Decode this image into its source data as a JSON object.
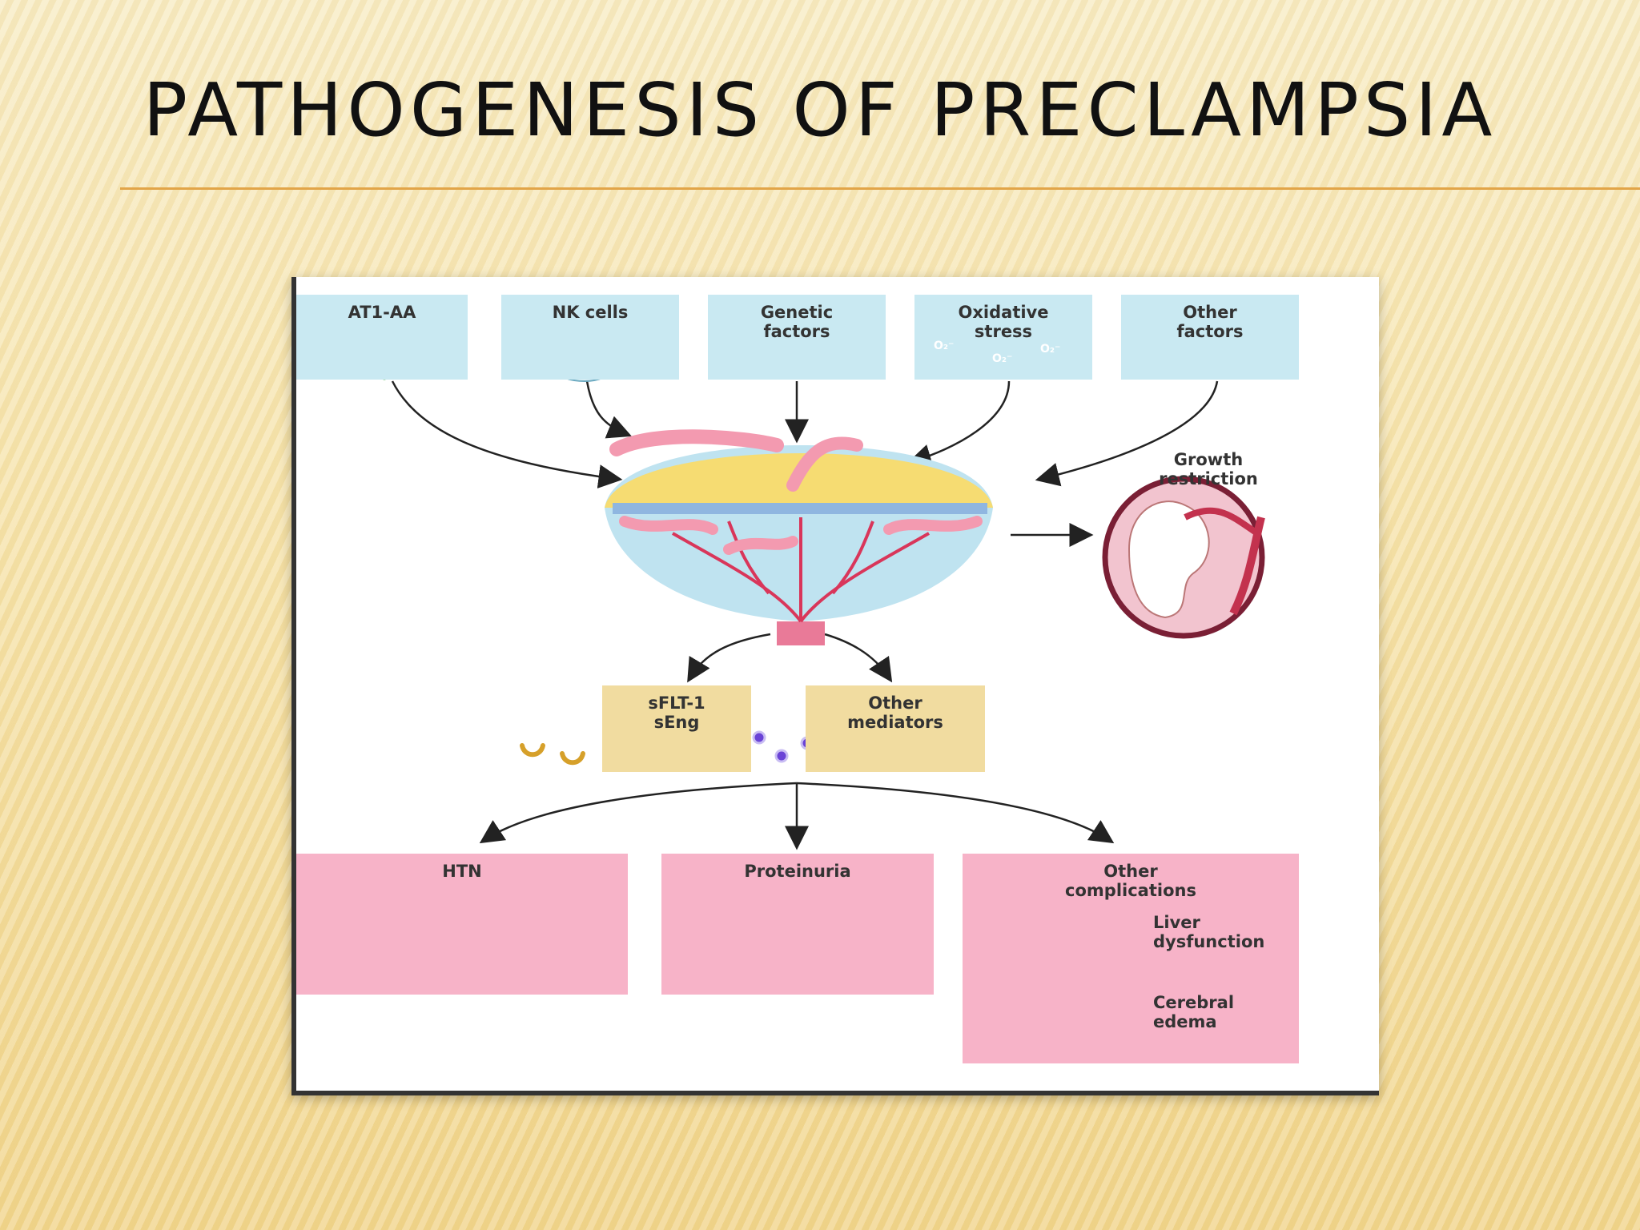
{
  "title": "PATHOGENESIS OF PRECLAMPSIA",
  "diagram": {
    "causes": [
      "AT1-AA",
      "NK cells",
      "Genetic factors",
      "Oxidative stress",
      "Other factors"
    ],
    "oxygen_label": "O₂⁻",
    "growth_restriction": "Growth restriction",
    "mediators": [
      "sFLT-1 sEng",
      "Other mediators"
    ],
    "outcomes": [
      "HTN",
      "Proteinuria",
      "Other complications"
    ],
    "complications": [
      "Liver dysfunction",
      "Cerebral edema"
    ]
  },
  "colors": {
    "cyan_box": "#c9e9f2",
    "tan_box": "#f1dca0",
    "pink_box": "#f7b3c8",
    "title_rule": "#e2a548"
  }
}
